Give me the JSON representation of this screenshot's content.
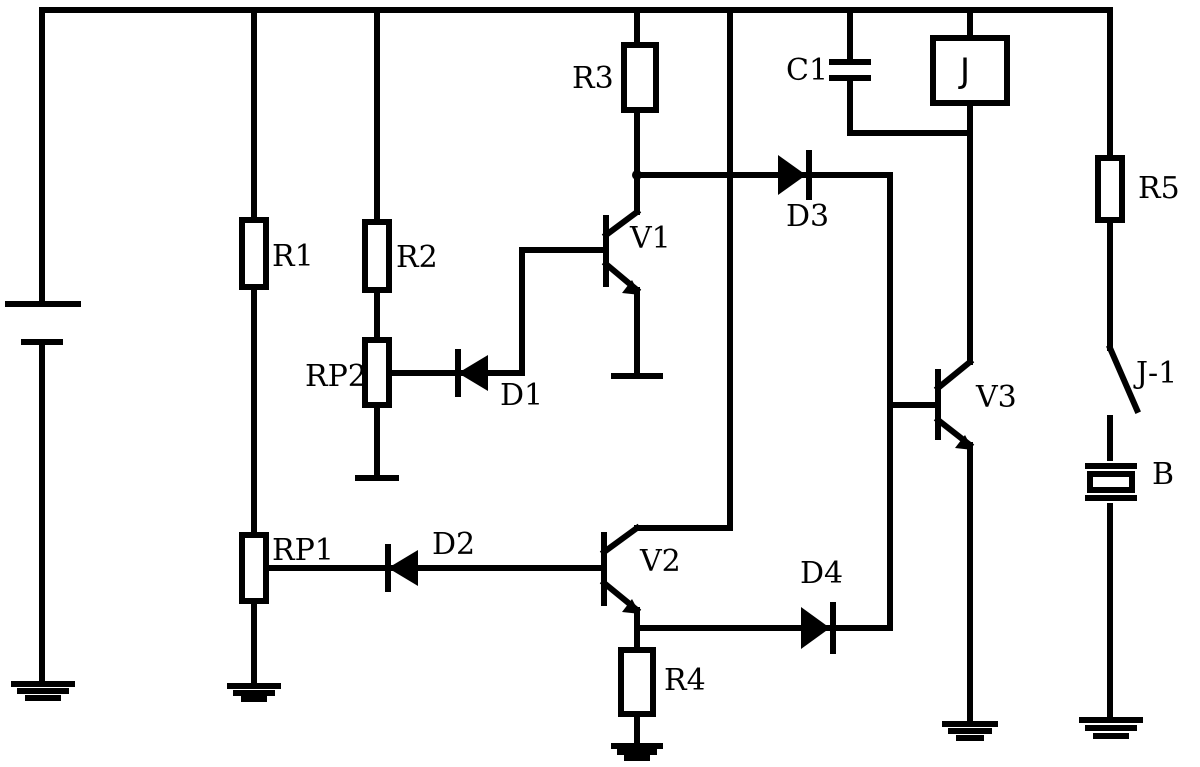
{
  "diagram": {
    "labels": {
      "r1": "R1",
      "r2": "R2",
      "r3": "R3",
      "r4": "R4",
      "r5": "R5",
      "rp1": "RP1",
      "rp2": "RP2",
      "d1": "D1",
      "d2": "D2",
      "d3": "D3",
      "d4": "D4",
      "v1": "V1",
      "v2": "V2",
      "v3": "V3",
      "c1": "C1",
      "relay": "J",
      "relay_contact": "J-1",
      "buzzer": "B"
    }
  }
}
